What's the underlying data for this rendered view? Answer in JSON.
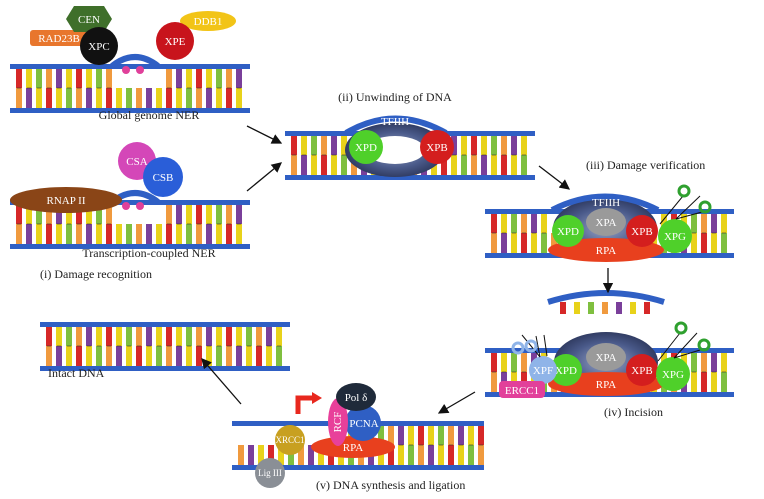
{
  "captions": {
    "global_genome": "Global genome NER",
    "transcription_coupled": "Transcription-coupled NER",
    "damage_recognition": "(i) Damage recognition",
    "unwinding": "(ii) Unwinding of DNA",
    "verification": "(iii) Damage verification",
    "incision": "(iv) Incision",
    "synthesis": "(v) DNA synthesis and ligation",
    "intact": "Intact DNA"
  },
  "proteins": {
    "cen": "CEN",
    "rad23b": "RAD23B",
    "xpc": "XPC",
    "ddb1": "DDB1",
    "xpe": "XPE",
    "csa": "CSA",
    "csb": "CSB",
    "rnap2": "RNAP II",
    "tfiih": "TFIIH",
    "xpd": "XPD",
    "xpb": "XPB",
    "xpa": "XPA",
    "rpa": "RPA",
    "xpg": "XPG",
    "xpf": "XPF",
    "ercc1": "ERCC1",
    "pol_delta": "Pol δ",
    "rcf": "RCF",
    "pcna": "PCNA",
    "xrcc1": "XRCC1",
    "lig3": "Lig III"
  },
  "colors": {
    "backbone": "#2f5fc4",
    "base_red": "#d62828",
    "base_yellow": "#e8d21a",
    "base_green": "#7fbf3f",
    "base_orange": "#f09a3e",
    "base_purple": "#7a3f9a",
    "damage_pink": "#e0409a",
    "xpc": "#111111",
    "xpe": "#c8141c",
    "ddb1": "#f2c417",
    "cen": "#3f6f2a",
    "rad23b": "#e8762d",
    "csa": "#d447b8",
    "csb": "#2a5ed8",
    "rnap2": "#8a4517",
    "tfiih": "#4a5a8a",
    "xpd": "#4fd02a",
    "xpb": "#d41e1e",
    "xpa": "#9a9a9a",
    "rpa": "#e8401e",
    "xpf": "#8fb4e8",
    "ercc1": "#e2409a",
    "pol_delta": "#1f2a3a",
    "rcf": "#e8409a",
    "pcna": "#2f5fc4",
    "xrcc1": "#c8a020",
    "lig3": "#8a8f96",
    "scissors": "#2fa02f",
    "arrow_red": "#e8281e"
  }
}
